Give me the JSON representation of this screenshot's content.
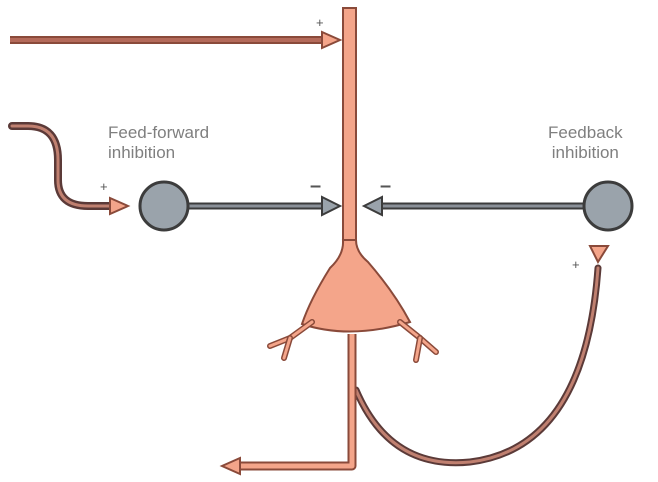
{
  "labels": {
    "feed_forward_line1": "Feed-forward",
    "feed_forward_line2": "inhibition",
    "feedback_line1": "Feedback",
    "feedback_line2": "inhibition"
  },
  "signs": {
    "top_excitatory": "+",
    "ff_excitatory": "+",
    "fb_excitatory": "+",
    "ff_inhibitory": "–",
    "fb_inhibitory": "–"
  },
  "colors": {
    "pyramidal_fill": "#f4a58a",
    "pyramidal_stroke": "#8a4a3a",
    "interneuron_fill": "#9aa3ab",
    "interneuron_stroke": "#3c3c3c",
    "axon_dark": "#5b4a4a"
  }
}
